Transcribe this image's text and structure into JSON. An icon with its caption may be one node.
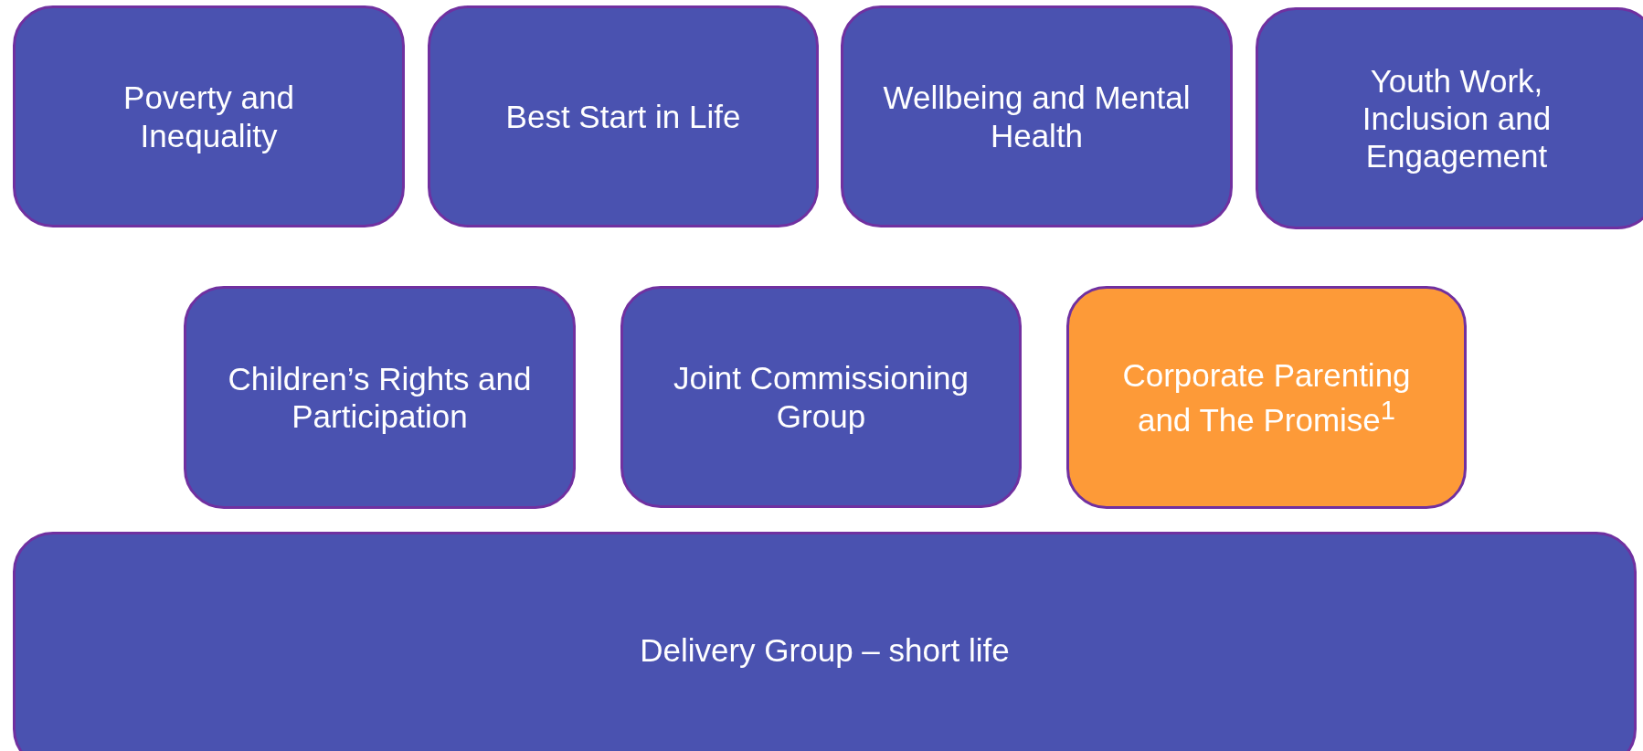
{
  "diagram": {
    "nodes": [
      {
        "text": [
          "Poverty and Inequality"
        ]
      },
      {
        "text": [
          "Best Start in Life"
        ]
      },
      {
        "text": [
          "Wellbeing and Mental Health"
        ]
      },
      {
        "text": [
          "Youth Work, Inclusion and Engagement"
        ]
      },
      {
        "text": [
          "Children’s Rights and Participation"
        ]
      },
      {
        "text": [
          "Joint Commissioning Group"
        ]
      },
      {
        "text": [
          "Corporate Parenting and The Promise$^{1}$"
        ]
      },
      {
        "text": [
          "Delivery Group – short life"
        ]
      }
    ]
  }
}
